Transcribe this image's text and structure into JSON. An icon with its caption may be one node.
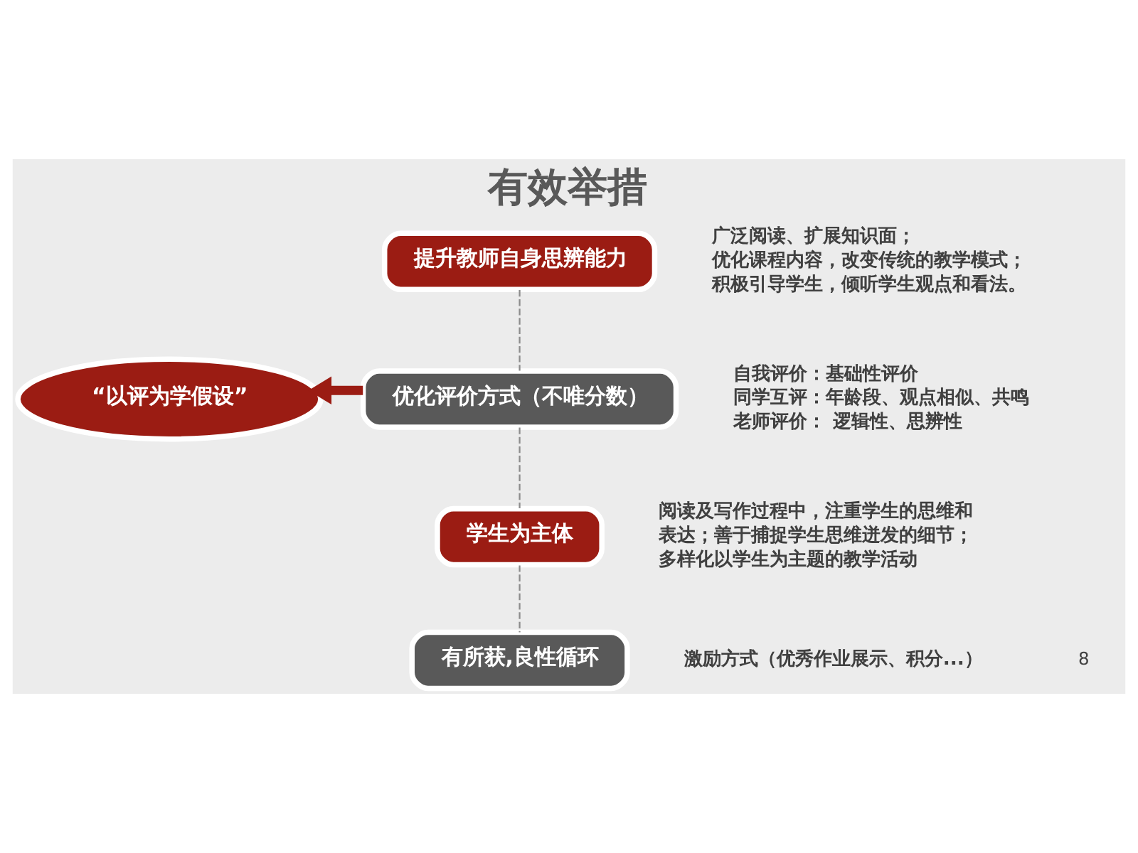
{
  "diagram": {
    "title": "有效举措",
    "nodes": [
      {
        "text": [
          "提升教师自身思辨能力"
        ],
        "beside": [
          "广泛阅读、扩展知识面；",
          "优化课程内容，改变传统的教学模式；",
          "积极引导学生，倾听学生观点和看法。"
        ]
      },
      {
        "text": [
          "优化评价方式（不唯分数）"
        ],
        "beside": [
          "自我评价：基础性评价",
          "同学互评：年龄段、观点相似、共鸣",
          "老师评价： 逻辑性、思辨性"
        ]
      },
      {
        "text": [
          "“以评为学假设”"
        ]
      },
      {
        "text": [
          "学生为主体"
        ],
        "beside": [
          "阅读及写作过程中，注重学生的思维和表达；善于捕捉学生思维迸发的细节；多样化以学生为主题的教学活动"
        ]
      },
      {
        "text": [
          "有所获,良性循环"
        ],
        "beside": [
          "激励方式（优秀作业展示、积分...）"
        ]
      }
    ],
    "edges": [
      {
        "from": 0,
        "to": 1,
        "arrow": "none",
        "style": "dashed"
      },
      {
        "from": 1,
        "to": 2,
        "arrow": "to",
        "style": "thick",
        "color": "#9b1c13"
      },
      {
        "from": 1,
        "to": 3,
        "arrow": "none",
        "style": "dashed"
      },
      {
        "from": 3,
        "to": 4,
        "arrow": "none",
        "style": "dashed"
      }
    ],
    "labels": [
      "8"
    ]
  }
}
